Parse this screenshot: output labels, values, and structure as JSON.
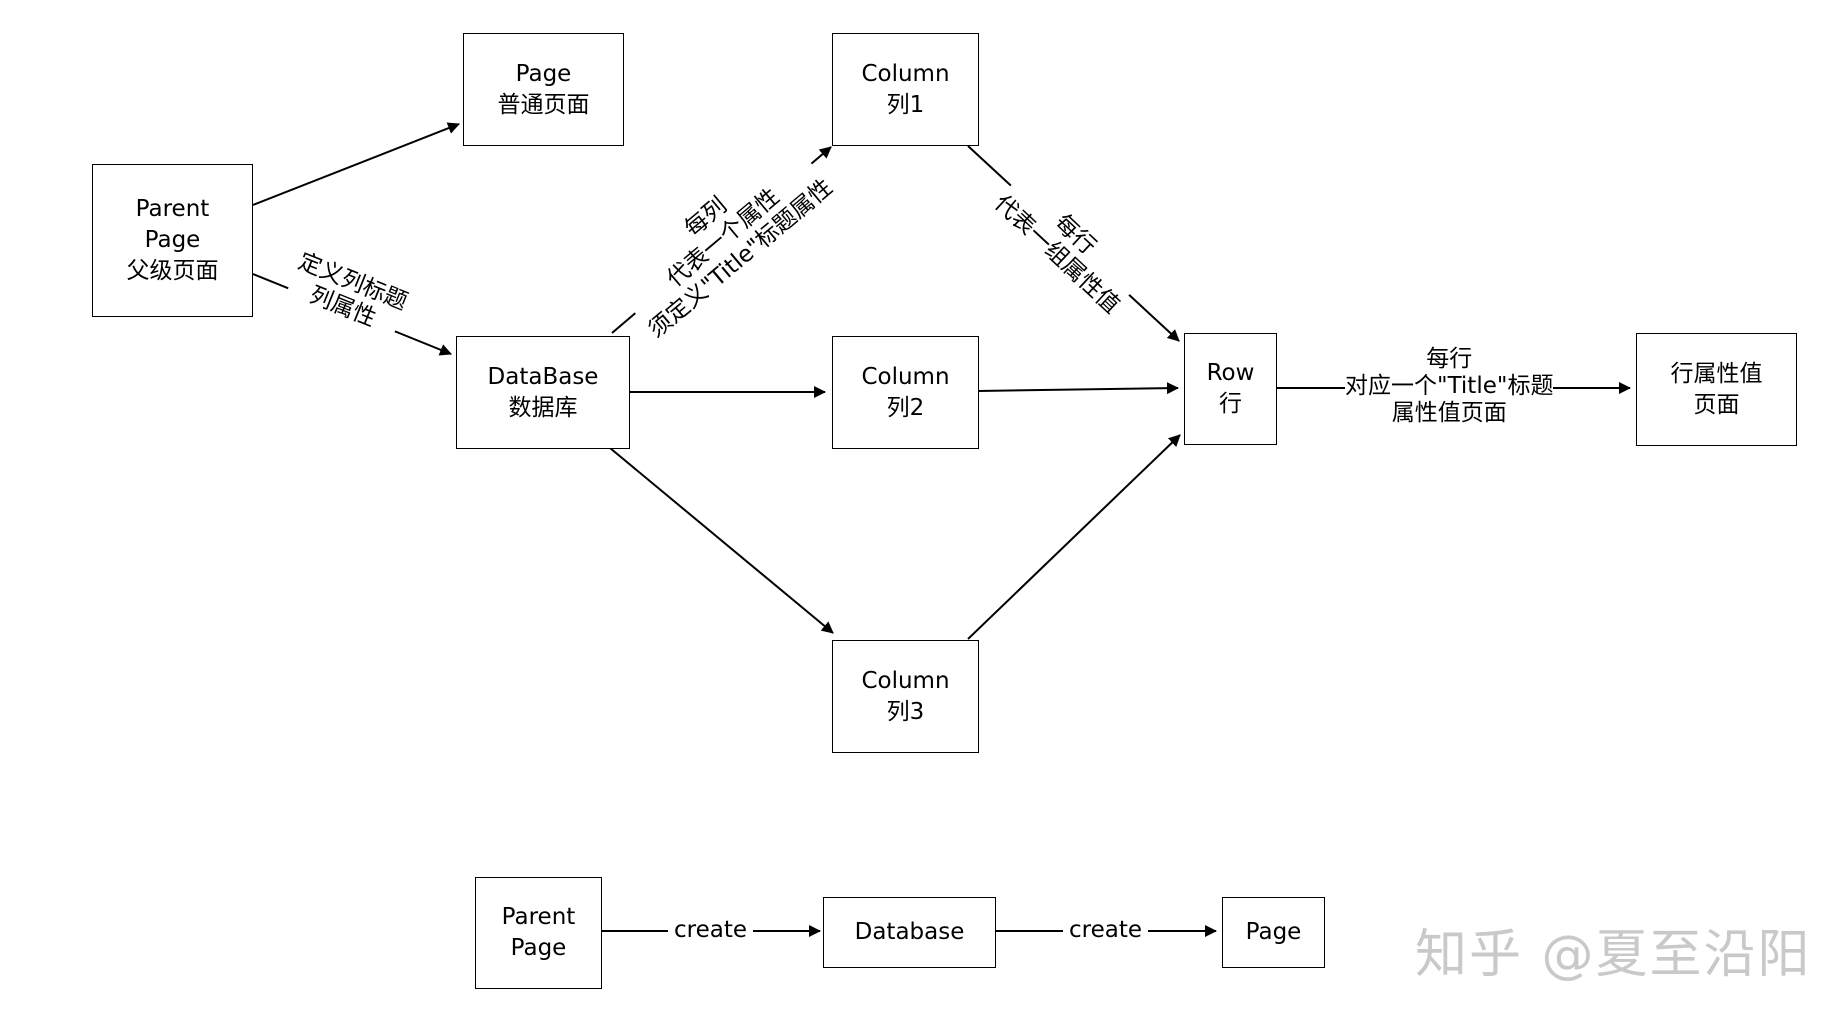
{
  "nodes": {
    "parent_page": {
      "line1": "Parent",
      "line2": "Page",
      "line3": "父级页面"
    },
    "page_normal": {
      "line1": "Page",
      "line2": "普通页面"
    },
    "database": {
      "line1": "DataBase",
      "line2": "数据库"
    },
    "column1": {
      "line1": "Column",
      "line2": "列1"
    },
    "column2": {
      "line1": "Column",
      "line2": "列2"
    },
    "column3": {
      "line1": "Column",
      "line2": "列3"
    },
    "row": {
      "line1": "Row",
      "line2": "行"
    },
    "row_value_page": {
      "line1": "行属性值",
      "line2": "页面"
    }
  },
  "edge_labels": {
    "define_columns": {
      "line1": "定义列标题",
      "line2": "列属性"
    },
    "each_column": {
      "line1": "每列",
      "line2": "代表一个属性",
      "line3": "须定义\"Title\"标题属性"
    },
    "each_row_group": {
      "line1": "每行",
      "line2": "代表一组属性值"
    },
    "each_row_page": {
      "line1": "每行",
      "line2": "对应一个\"Title\"标题",
      "line3": "属性值页面"
    }
  },
  "bottom_flow": {
    "parent": {
      "line1": "Parent",
      "line2": "Page"
    },
    "create1": "create",
    "database": "Database",
    "create2": "create",
    "page": "Page"
  },
  "watermark": "知乎 @夏至沿阳"
}
